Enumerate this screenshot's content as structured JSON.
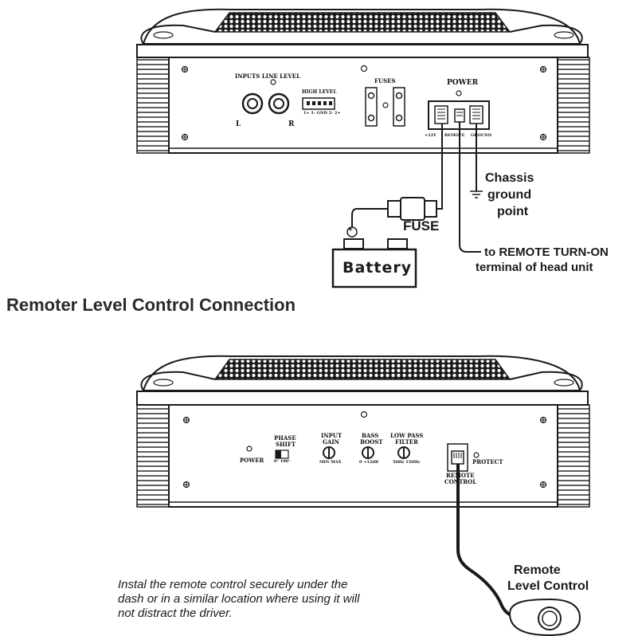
{
  "top_diagram": {
    "inputs_label": "INPUTS LINE LEVEL",
    "left_label": "L",
    "right_label": "R",
    "high_level_label": "HIGH LEVEL",
    "high_level_pins": "1+ 1- GND 2- 2+",
    "fuses_label": "FUSES",
    "power_label": "POWER",
    "terminal_12v": "+12V",
    "terminal_remote": "REMOTE",
    "terminal_ground": "GROUND",
    "chassis_label": [
      "Chassis",
      "ground",
      "point"
    ],
    "fuse_label": "FUSE",
    "battery_positive": "+",
    "battery_label": "Battery",
    "remote_turn_on": [
      "to REMOTE TURN-ON",
      "terminal of head unit"
    ]
  },
  "section_title": "Remoter Level Control Connection",
  "bottom_diagram": {
    "power_led_label": "POWER",
    "phase_shift_label": [
      "PHASE",
      "SHIFT"
    ],
    "phase_shift_range": "0°  180°",
    "input_gain_label": [
      "INPUT",
      "GAIN"
    ],
    "input_gain_range": "MIN  MAX",
    "bass_boost_label": [
      "BASS",
      "BOOST"
    ],
    "bass_boost_range": "0  +12dB",
    "low_pass_label": [
      "LOW PASS",
      "FILTER"
    ],
    "low_pass_range": "50Hz  150Hz",
    "remote_control_label": [
      "REMOTE",
      "CONTROL"
    ],
    "protect_label": "PROTECT",
    "remote_level_label": [
      "Remote",
      "Level Control"
    ]
  },
  "install_note": [
    "Instal the remote control securely under the",
    "dash or in a similar location where using it will",
    "not distract the driver."
  ]
}
